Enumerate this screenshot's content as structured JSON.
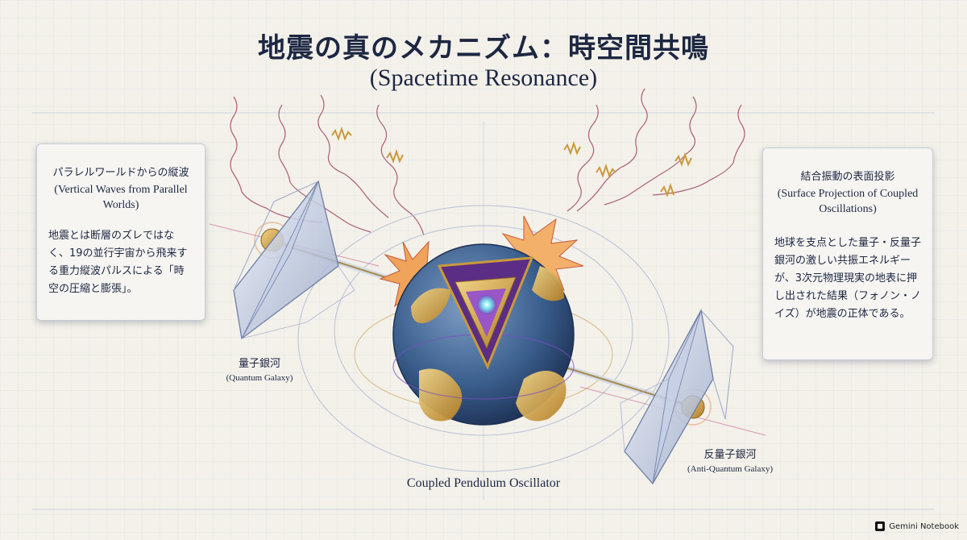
{
  "header": {
    "title": "地震の真のメカニズム：時空間共鳴",
    "subtitle": "(Spacetime Resonance)"
  },
  "left_panel": {
    "heading": "パラレルワールドからの縦波",
    "heading_en": "(Vertical Waves from Parallel Worlds)",
    "body": "地震とは断層のズレではなく、19の並行宇宙から飛来する重力縦波パルスによる「時空の圧縮と膨張」。"
  },
  "right_panel": {
    "heading": "結合振動の表面投影",
    "heading_en": "(Surface Projection of Coupled Oscillations)",
    "body": "地球を支点とした量子・反量子銀河の激しい共振エネルギーが、3次元物理現実の地表に押し出された結果（フォノン・ノイズ）が地震の正体である。"
  },
  "labels": {
    "quantum_galaxy": "量子銀河",
    "quantum_galaxy_en": "(Quantum Galaxy)",
    "anti_quantum_galaxy": "反量子銀河",
    "anti_quantum_galaxy_en": "(Anti-Quantum Galaxy)",
    "caption": "Coupled Pendulum Oscillator"
  },
  "badge": {
    "text": "Gemini Notebook",
    "icon": "notebook-icon"
  },
  "colors": {
    "navy": "#1d2742",
    "gold": "#c99a3c",
    "violet": "#6b3fa0",
    "wave": "#9a3b5a",
    "ocean": "#3b5f8e"
  }
}
